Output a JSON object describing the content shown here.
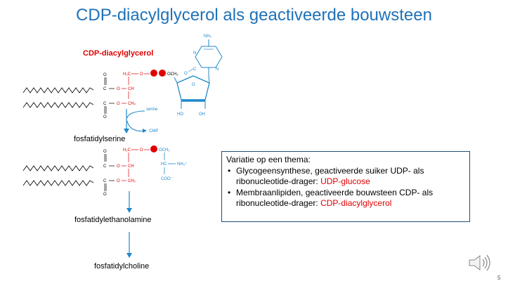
{
  "slide": {
    "title": "CDP-diacylglycerol als  geactiveerde bouwsteen",
    "page_number": "5"
  },
  "labels": {
    "cdp_diacylglycerol": "CDP-diacylglycerol",
    "fosfatidylserine": "fosfatidylserine",
    "fosfatidylethanolamine": "fosfatidylethanolamine",
    "fosfatidylcholine": "fosfatidylcholine"
  },
  "structure": {
    "nh2": "NH₂",
    "n_top": "N",
    "n_bottom": "N",
    "c_carbonyl": "C",
    "o_carbonyl": "O",
    "o_ring": "O",
    "ho": "HO",
    "oh": "OH",
    "och2_top": "OCH₂",
    "h2c": "H₂C",
    "o_link": "O",
    "ch": "CH",
    "ch2": "CH₂",
    "c_ester": "C",
    "o_ester": "O",
    "o_dbl": "O",
    "serine": "serine",
    "cmp": "CMP",
    "och2_bottom": "OCH₂",
    "hc": "HC",
    "nh3": "NH₃⁺",
    "coo": "COO⁻"
  },
  "info_box": {
    "heading": "Variatie op een thema:",
    "bullet1_text": "Glycogeensynthese, geactiveerde suiker  UDP- als ribonucleotide-drager: ",
    "bullet1_highlight": "UDP-glucose",
    "bullet2_text": "Membraanlipiden, geactiveerde bouwsteen CDP- als ribonucleotide-drager: ",
    "bullet2_highlight": "CDP-diacylglycerol"
  },
  "colors": {
    "title": "#1f72b8",
    "highlight_red": "#e00000",
    "structure_blue": "#1e88c9",
    "box_border": "#1f4e79"
  },
  "icons": {
    "speaker": "speaker-icon"
  }
}
